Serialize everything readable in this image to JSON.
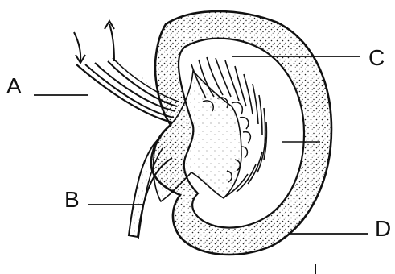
{
  "labels": {
    "a": "A",
    "b": "B",
    "c": "C",
    "d": "D"
  },
  "colors": {
    "ink": "#111111",
    "cortex_dots": "#222222",
    "background": "#ffffff"
  }
}
